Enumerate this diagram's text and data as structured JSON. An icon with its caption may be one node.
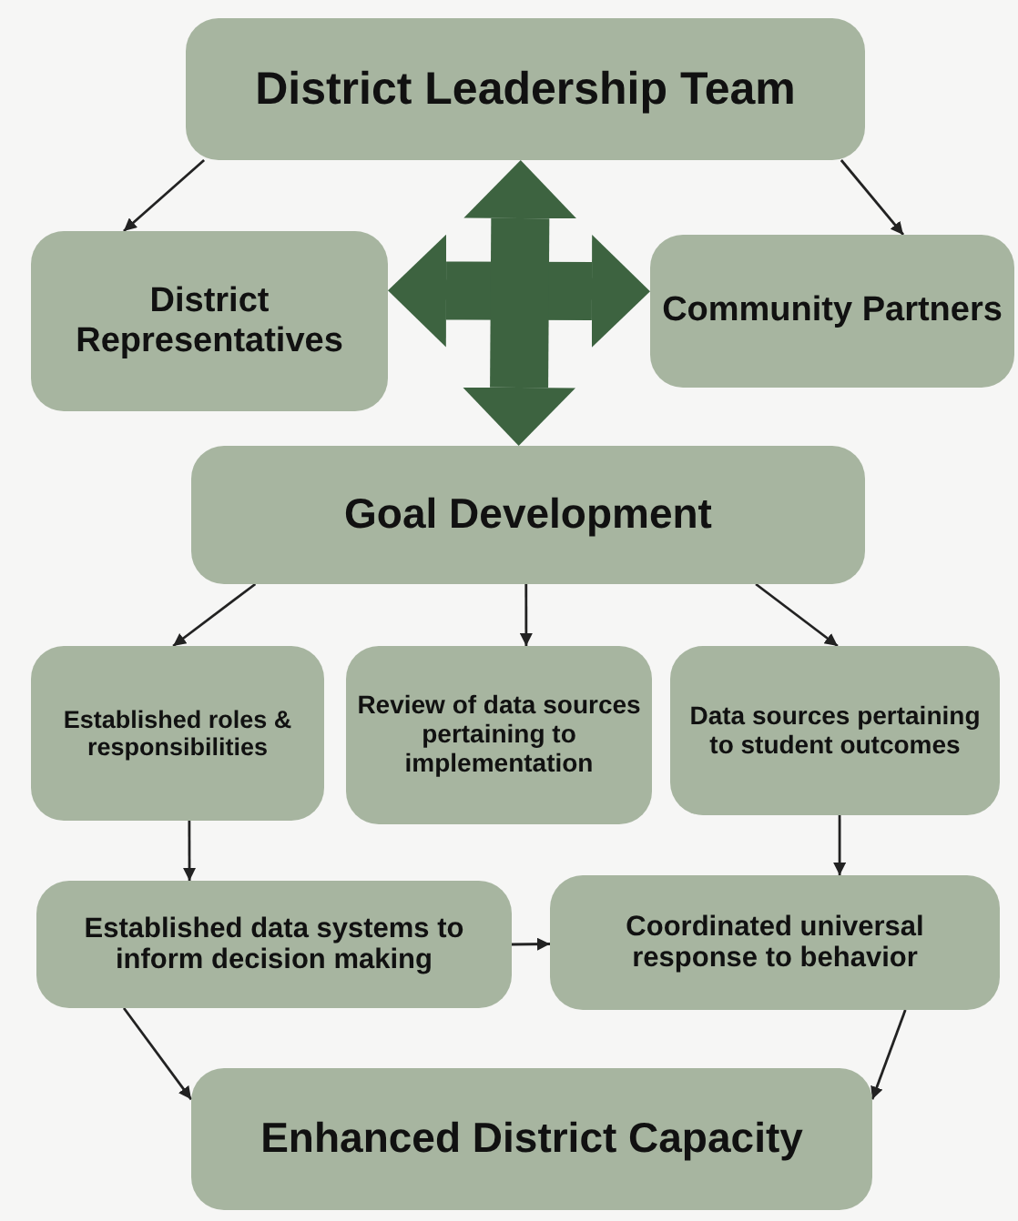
{
  "diagram": {
    "nodes": [
      {
        "text": [
          "District Leadership Team"
        ]
      },
      {
        "text": [
          "District Representatives"
        ]
      },
      {
        "text": [
          "Community Partners"
        ]
      },
      {
        "text": [
          "Goal Development"
        ]
      },
      {
        "text": [
          "Established roles & responsibilities"
        ]
      },
      {
        "text": [
          "Review of data sources pertaining to implementation"
        ]
      },
      {
        "text": [
          "Data sources pertaining to student outcomes"
        ]
      },
      {
        "text": [
          "Established data systems to inform decision making"
        ]
      },
      {
        "text": [
          "Coordinated universal response to behavior"
        ]
      },
      {
        "text": [
          "Enhanced District Capacity"
        ]
      }
    ],
    "edges": [
      {
        "from": 0,
        "to": 1,
        "arrow": "to"
      },
      {
        "from": 0,
        "to": 2,
        "arrow": "to"
      },
      {
        "from": 3,
        "to": 4,
        "arrow": "to"
      },
      {
        "from": 3,
        "to": 5,
        "arrow": "to"
      },
      {
        "from": 3,
        "to": 6,
        "arrow": "to"
      },
      {
        "from": 4,
        "to": 7,
        "arrow": "to"
      },
      {
        "from": 6,
        "to": 8,
        "arrow": "to"
      },
      {
        "from": 7,
        "to": 8,
        "arrow": "to"
      },
      {
        "from": 7,
        "to": 9,
        "arrow": "to"
      },
      {
        "from": 8,
        "to": 9,
        "arrow": "to"
      },
      {
        "from": 1,
        "to": 2,
        "arrow": "both",
        "style": "thick",
        "color": "#3d6340"
      },
      {
        "from": 0,
        "to": 3,
        "arrow": "both",
        "style": "thick",
        "color": "#3d6340"
      }
    ]
  }
}
